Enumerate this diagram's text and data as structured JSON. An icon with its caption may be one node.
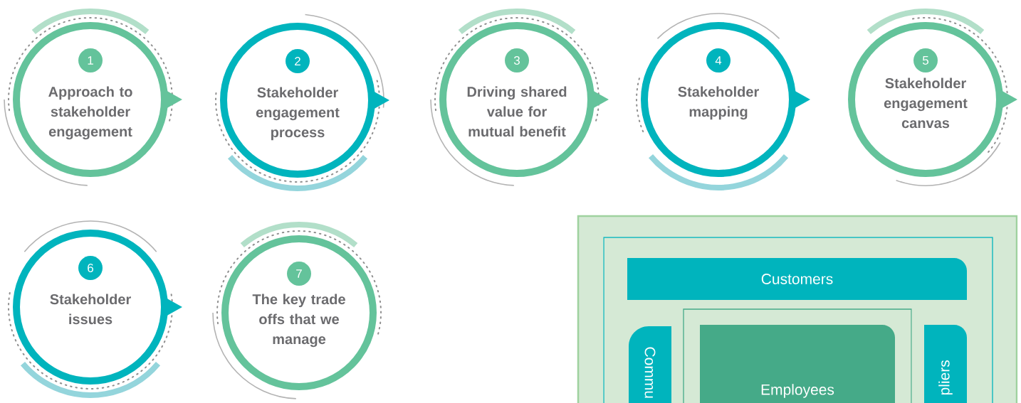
{
  "diagram": {
    "nodes": [
      {
        "text": [
          "1",
          "Approach to stakeholder engagement"
        ]
      },
      {
        "text": [
          "2",
          "Stakeholder engagement process"
        ]
      },
      {
        "text": [
          "3",
          "Driving shared value for mutual benefit"
        ]
      },
      {
        "text": [
          "4",
          "Stakeholder mapping"
        ]
      },
      {
        "text": [
          "5",
          "Stakeholder engagement canvas"
        ]
      },
      {
        "text": [
          "6",
          "Stakeholder issues"
        ]
      },
      {
        "text": [
          "7",
          "The key trade offs that we manage"
        ]
      },
      {
        "text": [],
        "shape": "box"
      },
      {
        "text": [],
        "shape": "box",
        "in": 7
      },
      {
        "text": [
          "Customers"
        ],
        "in": 8
      },
      {
        "text": [
          "Commu"
        ],
        "in": 8
      },
      {
        "text": [],
        "shape": "box",
        "in": 8
      },
      {
        "text": [
          "Employees"
        ],
        "in": 11
      },
      {
        "text": [
          "pliers"
        ],
        "in": 8
      }
    ]
  }
}
